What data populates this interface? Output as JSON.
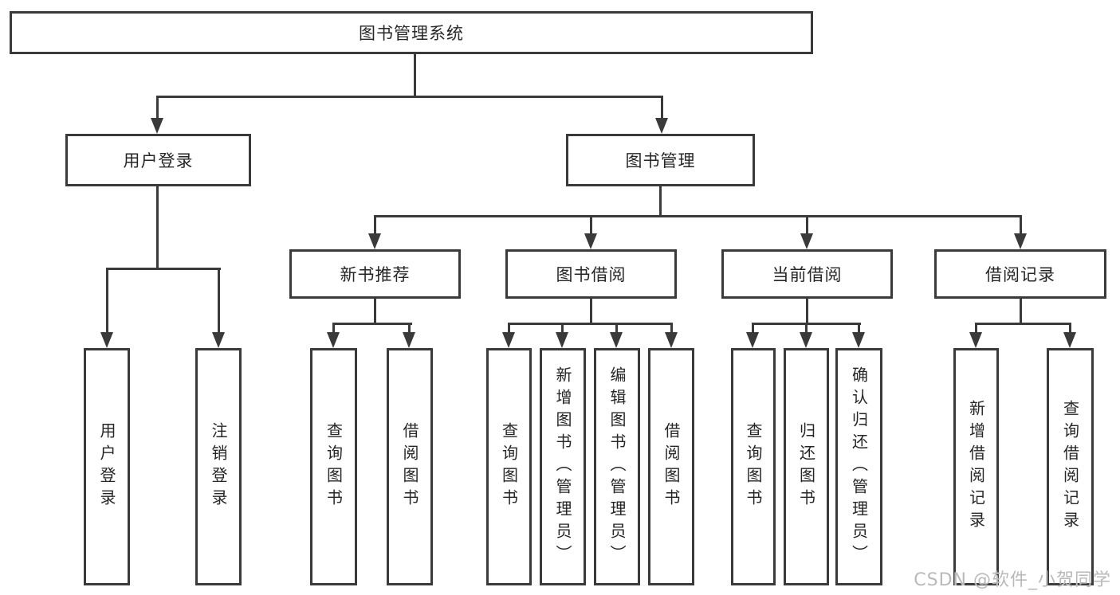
{
  "tree": {
    "label": "图书管理系统",
    "children": [
      {
        "label": "用户登录",
        "children": [
          {
            "label": "用户登录"
          },
          {
            "label": "注销登录"
          }
        ]
      },
      {
        "label": "图书管理",
        "children": [
          {
            "label": "新书推荐",
            "children": [
              {
                "label": "查询图书"
              },
              {
                "label": "借阅图书"
              }
            ]
          },
          {
            "label": "图书借阅",
            "children": [
              {
                "label": "查询图书"
              },
              {
                "label": "新增图书（管理员）"
              },
              {
                "label": "编辑图书（管理员）"
              },
              {
                "label": "借阅图书"
              }
            ]
          },
          {
            "label": "当前借阅",
            "children": [
              {
                "label": "查询图书"
              },
              {
                "label": "归还图书"
              },
              {
                "label": "确认归还（管理员）"
              }
            ]
          },
          {
            "label": "借阅记录",
            "children": [
              {
                "label": "新增借阅记录"
              },
              {
                "label": "查询借阅记录"
              }
            ]
          }
        ]
      }
    ]
  },
  "watermark": "CSDN @软件_小贺同学",
  "colors": {
    "line": "#3a3a3a",
    "text": "#262626",
    "background": "#ffffff",
    "watermark": "#b9b9b9"
  }
}
